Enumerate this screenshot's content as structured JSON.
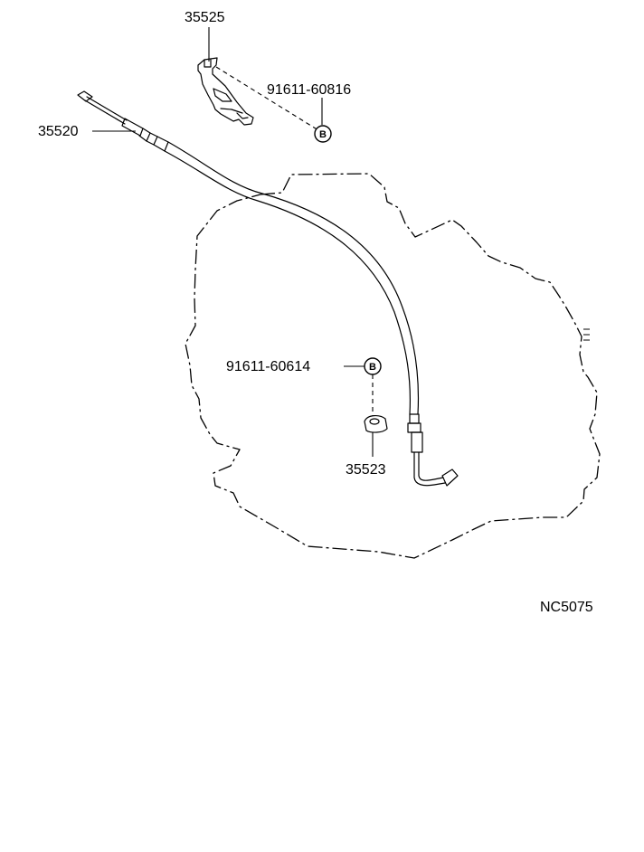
{
  "parts": {
    "bracket": {
      "number": "35525"
    },
    "bolt_upper": {
      "number": "91611-60816",
      "symbol": "B"
    },
    "cable": {
      "number": "35520"
    },
    "bolt_lower": {
      "number": "91611-60614",
      "symbol": "B"
    },
    "clamp": {
      "number": "35523"
    }
  },
  "diagram_code": "NC5075"
}
